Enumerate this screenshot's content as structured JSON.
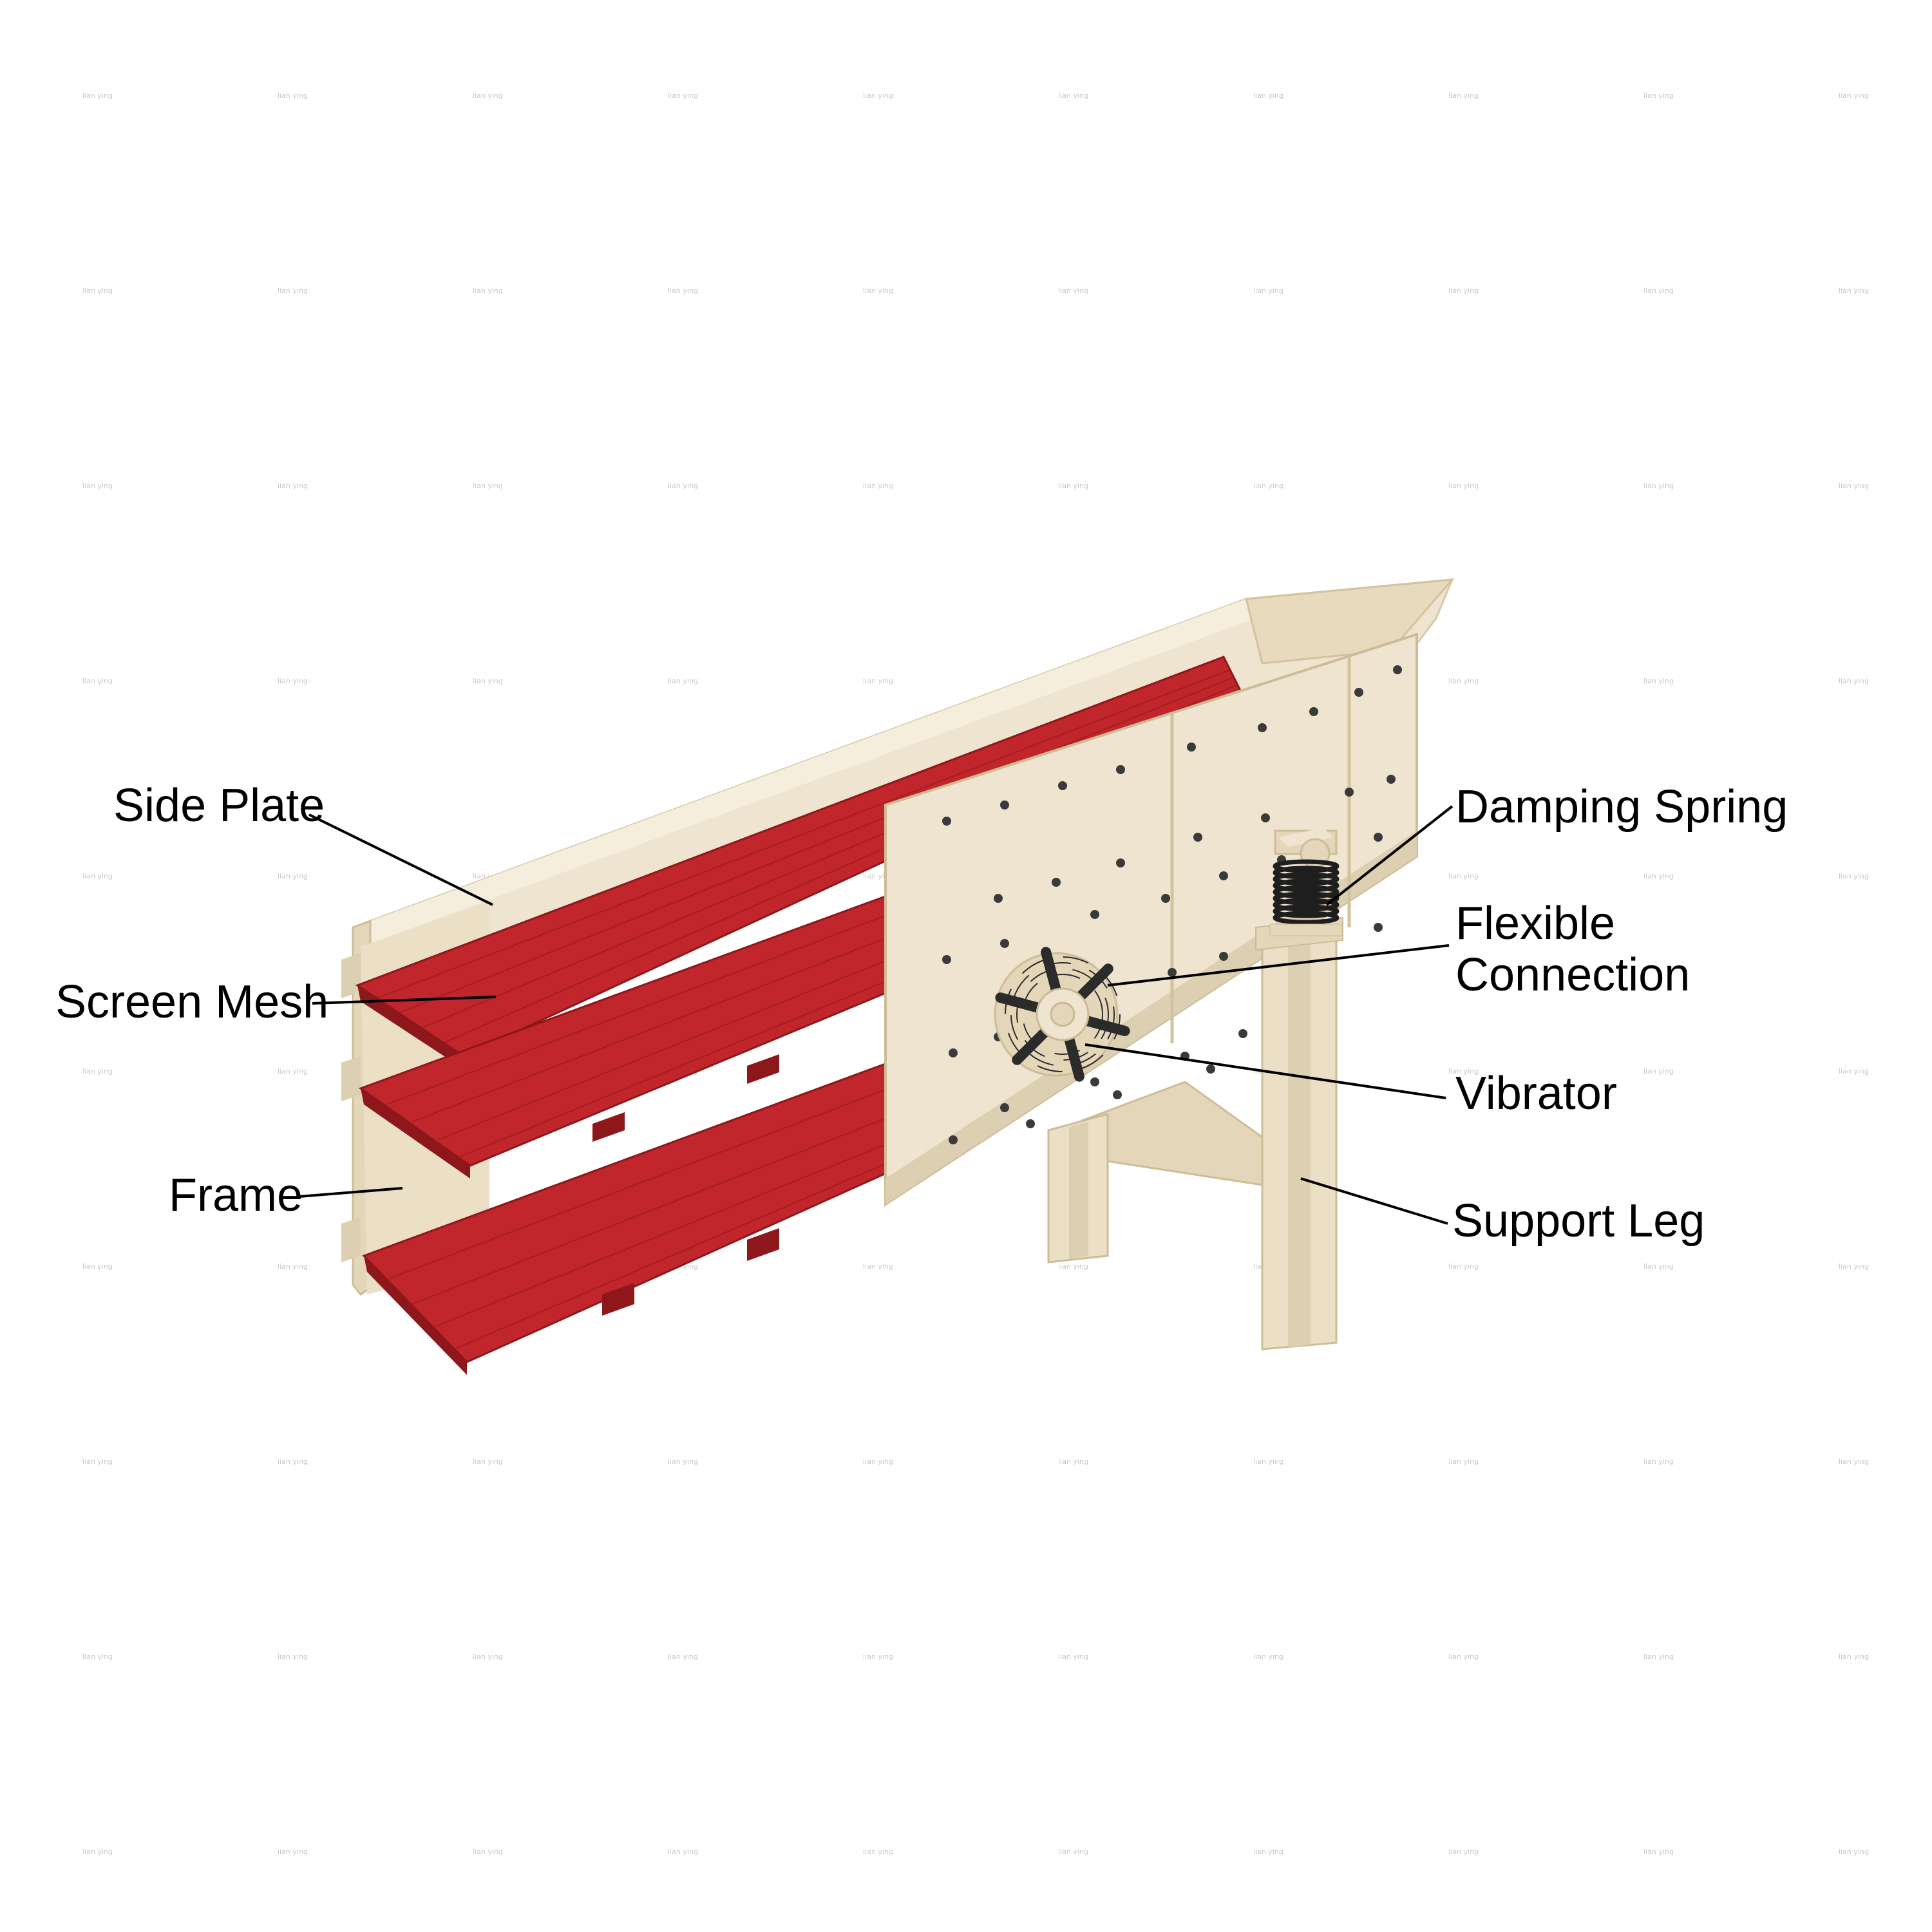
{
  "colors": {
    "frame": "#efe4cf",
    "frame_shade": "#ddcfb2",
    "frame_dark": "#c9b995",
    "mesh": "#c0262b",
    "mesh_dark": "#8e171b",
    "bolt": "#3a3a3a",
    "vibrator": "#2b2b2b",
    "spring": "#1e1e1e"
  },
  "watermark": {
    "text": "lian ying"
  },
  "labels": {
    "side_plate": "Side Plate",
    "screen_mesh": "Screen Mesh",
    "frame": "Frame",
    "damping_spring": "Damping Spring",
    "flexible_connection_line1": "Flexible",
    "flexible_connection_line2": "Connection",
    "vibrator": "Vibrator",
    "support_leg": "Support Leg"
  }
}
